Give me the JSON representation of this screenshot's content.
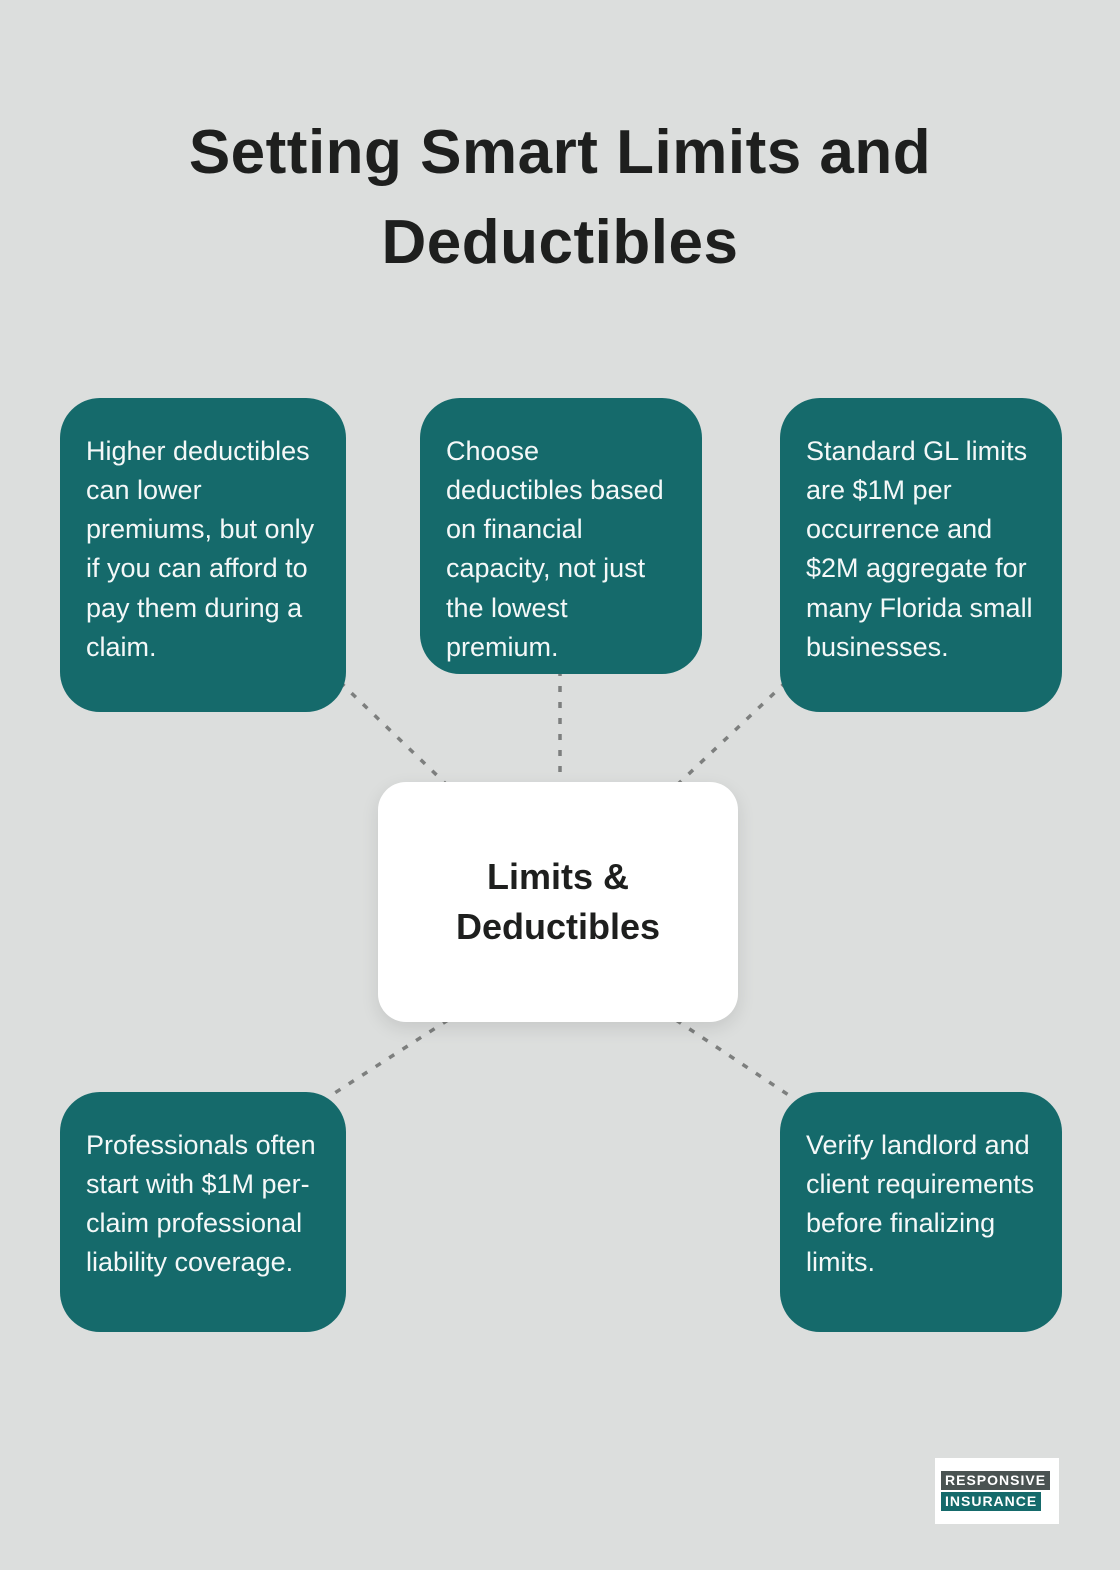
{
  "title": "Setting Smart Limits and Deductibles",
  "center": {
    "label": "Limits & Deductibles"
  },
  "nodes": [
    {
      "id": "node-1",
      "text": "Higher deductibles can lower premiums, but only if you can afford to pay them during a claim."
    },
    {
      "id": "node-2",
      "text": "Choose deductibles based on financial capacity, not just the lowest premium."
    },
    {
      "id": "node-3",
      "text": "Standard GL limits are $1M per occurrence and $2M aggregate for many Florida small businesses."
    },
    {
      "id": "node-4",
      "text": "Professionals often start with $1M per-claim professional liability coverage."
    },
    {
      "id": "node-5",
      "text": "Verify landlord and client requirements before finalizing limits."
    }
  ],
  "logo": {
    "line1": "RESPONSIVE",
    "line2": "INSURANCE"
  },
  "colors": {
    "background": "#dcdedd",
    "node_fill": "#156a6b",
    "node_text": "#f4f8f8",
    "title_text": "#1e1f1e",
    "connector": "#7d7f7e",
    "center_fill": "#ffffff"
  }
}
